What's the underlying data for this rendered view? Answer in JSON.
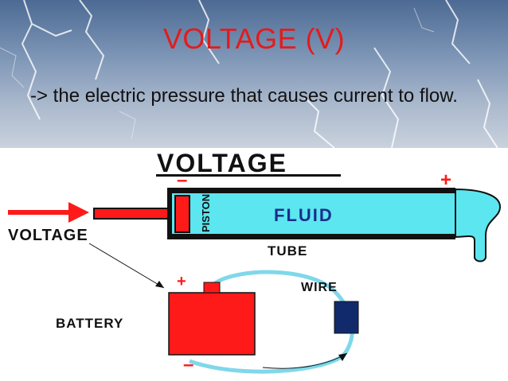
{
  "slide": {
    "title": "VOLTAGE (V)",
    "subtitle": "-> the electric pressure that causes current to flow."
  },
  "diagram": {
    "heading": "VOLTAGE",
    "minus_sign_top": "–",
    "plus_sign_top": "+",
    "piston_label": "PISTON",
    "fluid_label": "FLUID",
    "tube_label": "TUBE",
    "voltage_label": "VOLTAGE",
    "battery_label": "BATTERY",
    "wire_label": "WIRE",
    "battery_plus": "+",
    "battery_minus": "–",
    "colors": {
      "red": "#ff1a1a",
      "fluid": "#5ce6f0",
      "wire": "#7fd8ea",
      "navy": "#102a6b",
      "title": "#e41b1b"
    }
  }
}
